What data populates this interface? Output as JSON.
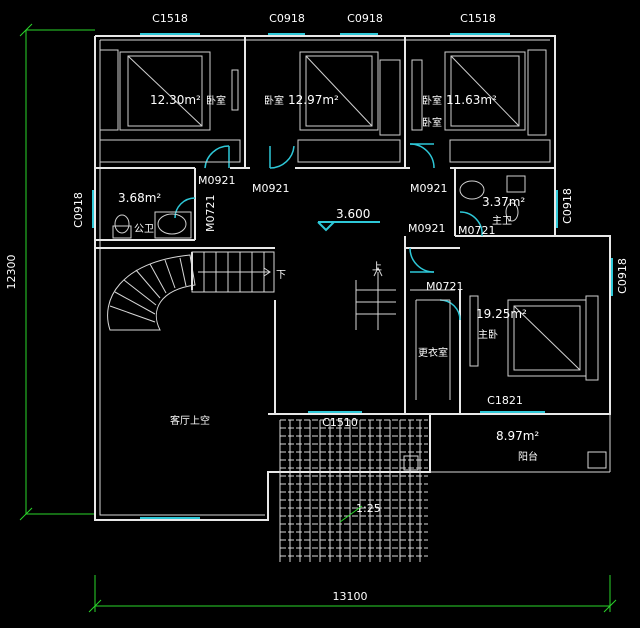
{
  "dimensions": {
    "overall_width": "13100",
    "overall_height": "12300"
  },
  "windows": {
    "top_left": "C1518",
    "top_mid_left": "C0918",
    "top_mid_right": "C0918",
    "top_right": "C1518",
    "left_side": "C0918",
    "right_side_bath": "C0918",
    "right_side_master": "C0918",
    "master_bottom": "C1821",
    "balcony_door": "C1510"
  },
  "doors": {
    "d1": "M0921",
    "d2": "M0921",
    "d3": "M0921",
    "d4": "M0921",
    "d5": "M0721",
    "d6": "M0721",
    "d7": "M0721"
  },
  "rooms": {
    "bedroom1_area": "12.30m²",
    "bedroom1_name": "卧室",
    "bedroom2_name": "卧室",
    "bedroom2_area": "12.97m²",
    "bedroom3_name": "卧室",
    "bedroom3_area": "11.63m²",
    "bedroom3_sub": "卧室",
    "public_bath_area": "3.68m²",
    "public_bath_name": "公卫",
    "master_bath_area": "3.37m²",
    "master_bath_name": "主卫",
    "master_area": "19.25m²",
    "master_name": "主卧",
    "closet_name": "更衣室",
    "balcony_area": "8.97m²",
    "balcony_name": "阳台",
    "void_name": "客厅上空"
  },
  "markers": {
    "level": "3.600",
    "stair_down": "下",
    "stair_up": "上",
    "roof_slope": "1:25"
  }
}
